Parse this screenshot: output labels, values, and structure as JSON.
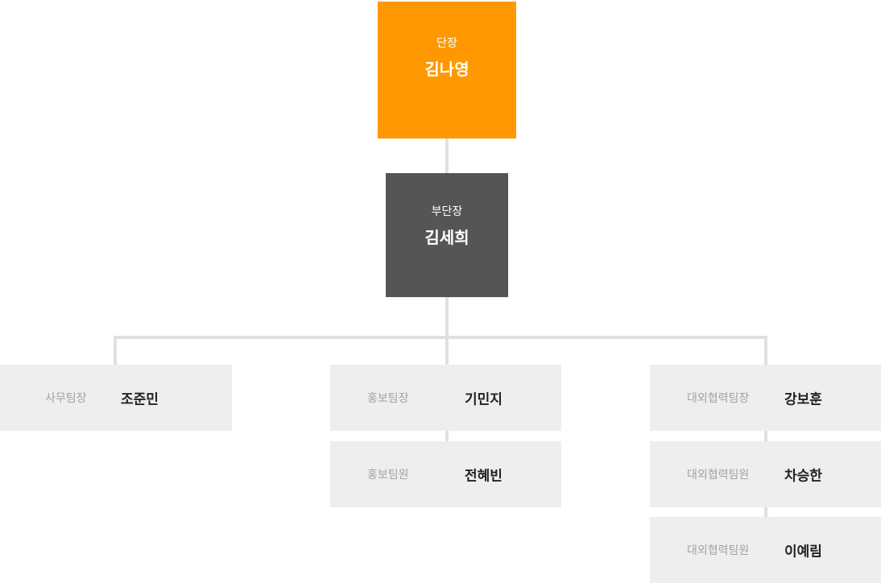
{
  "org_chart": {
    "director": {
      "role": "단장",
      "name": "김나영"
    },
    "deputy": {
      "role": "부단장",
      "name": "김세희"
    },
    "teams": [
      {
        "members": [
          {
            "role": "사무팀장",
            "name": "조준민"
          }
        ]
      },
      {
        "members": [
          {
            "role": "홍보팀장",
            "name": "기민지"
          },
          {
            "role": "홍보팀원",
            "name": "전혜빈"
          }
        ]
      },
      {
        "members": [
          {
            "role": "대외협력팀장",
            "name": "강보훈"
          },
          {
            "role": "대외협력팀원",
            "name": "차승한"
          },
          {
            "role": "대외협력팀원",
            "name": "이예림"
          }
        ]
      }
    ]
  },
  "colors": {
    "director-bg": "#FF9800",
    "deputy-bg": "#555555",
    "member-bg": "#EEEEEE",
    "line": "#E0E0E0",
    "role-text": "#A3A3A3",
    "name-text": "#222222",
    "node-text": "#FFFFFF"
  }
}
